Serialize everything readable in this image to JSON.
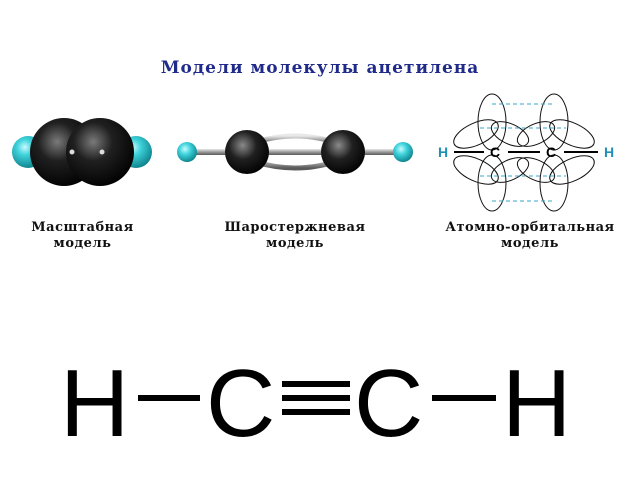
{
  "title": "Модели молекулы ацетилена",
  "models": [
    {
      "line1": "Масштабная",
      "line2": "модель"
    },
    {
      "line1": "Шаростержневая",
      "line2": "модель"
    },
    {
      "line1": "Атомно-орбитальная",
      "line2": "модель"
    }
  ],
  "orbital": {
    "h_left": "H",
    "c_left": "C",
    "c_right": "C",
    "h_right": "H"
  },
  "formula": {
    "h1": "H",
    "c1": "C",
    "c2": "C",
    "h2": "H"
  },
  "colors": {
    "carbon": "#111111",
    "hydrogen": "#35c8d2",
    "title": "#1f2a8a",
    "orbital_dash": "#3aa7c8"
  }
}
